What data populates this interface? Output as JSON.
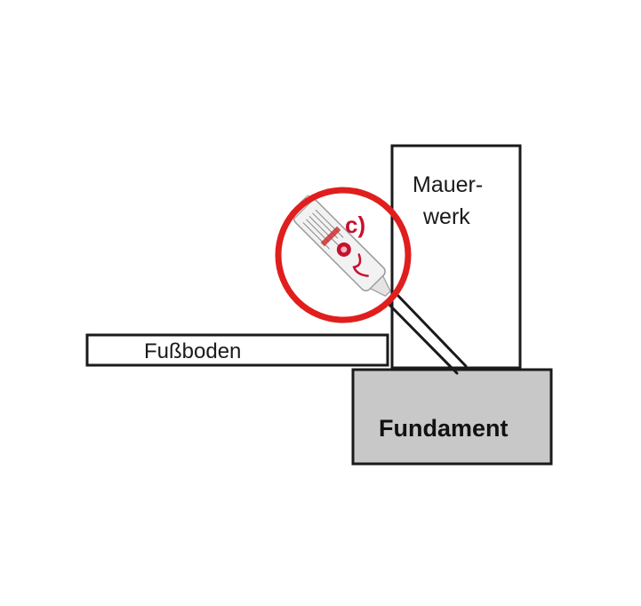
{
  "labels": {
    "floor": "Fußboden",
    "wall_line1": "Mauer-",
    "wall_line2": "werk",
    "foundation": "Fundament",
    "marker": "c)"
  },
  "colors": {
    "outline": "#1a1a1a",
    "foundation_fill": "#c8c8c8",
    "highlight_ring": "#e01e1e",
    "marker_text": "#c8102e",
    "cartridge_body": "#f2f2f2",
    "cartridge_brand": "#c8102e"
  },
  "icons": {
    "cartridge": "sealant-cartridge-icon"
  }
}
